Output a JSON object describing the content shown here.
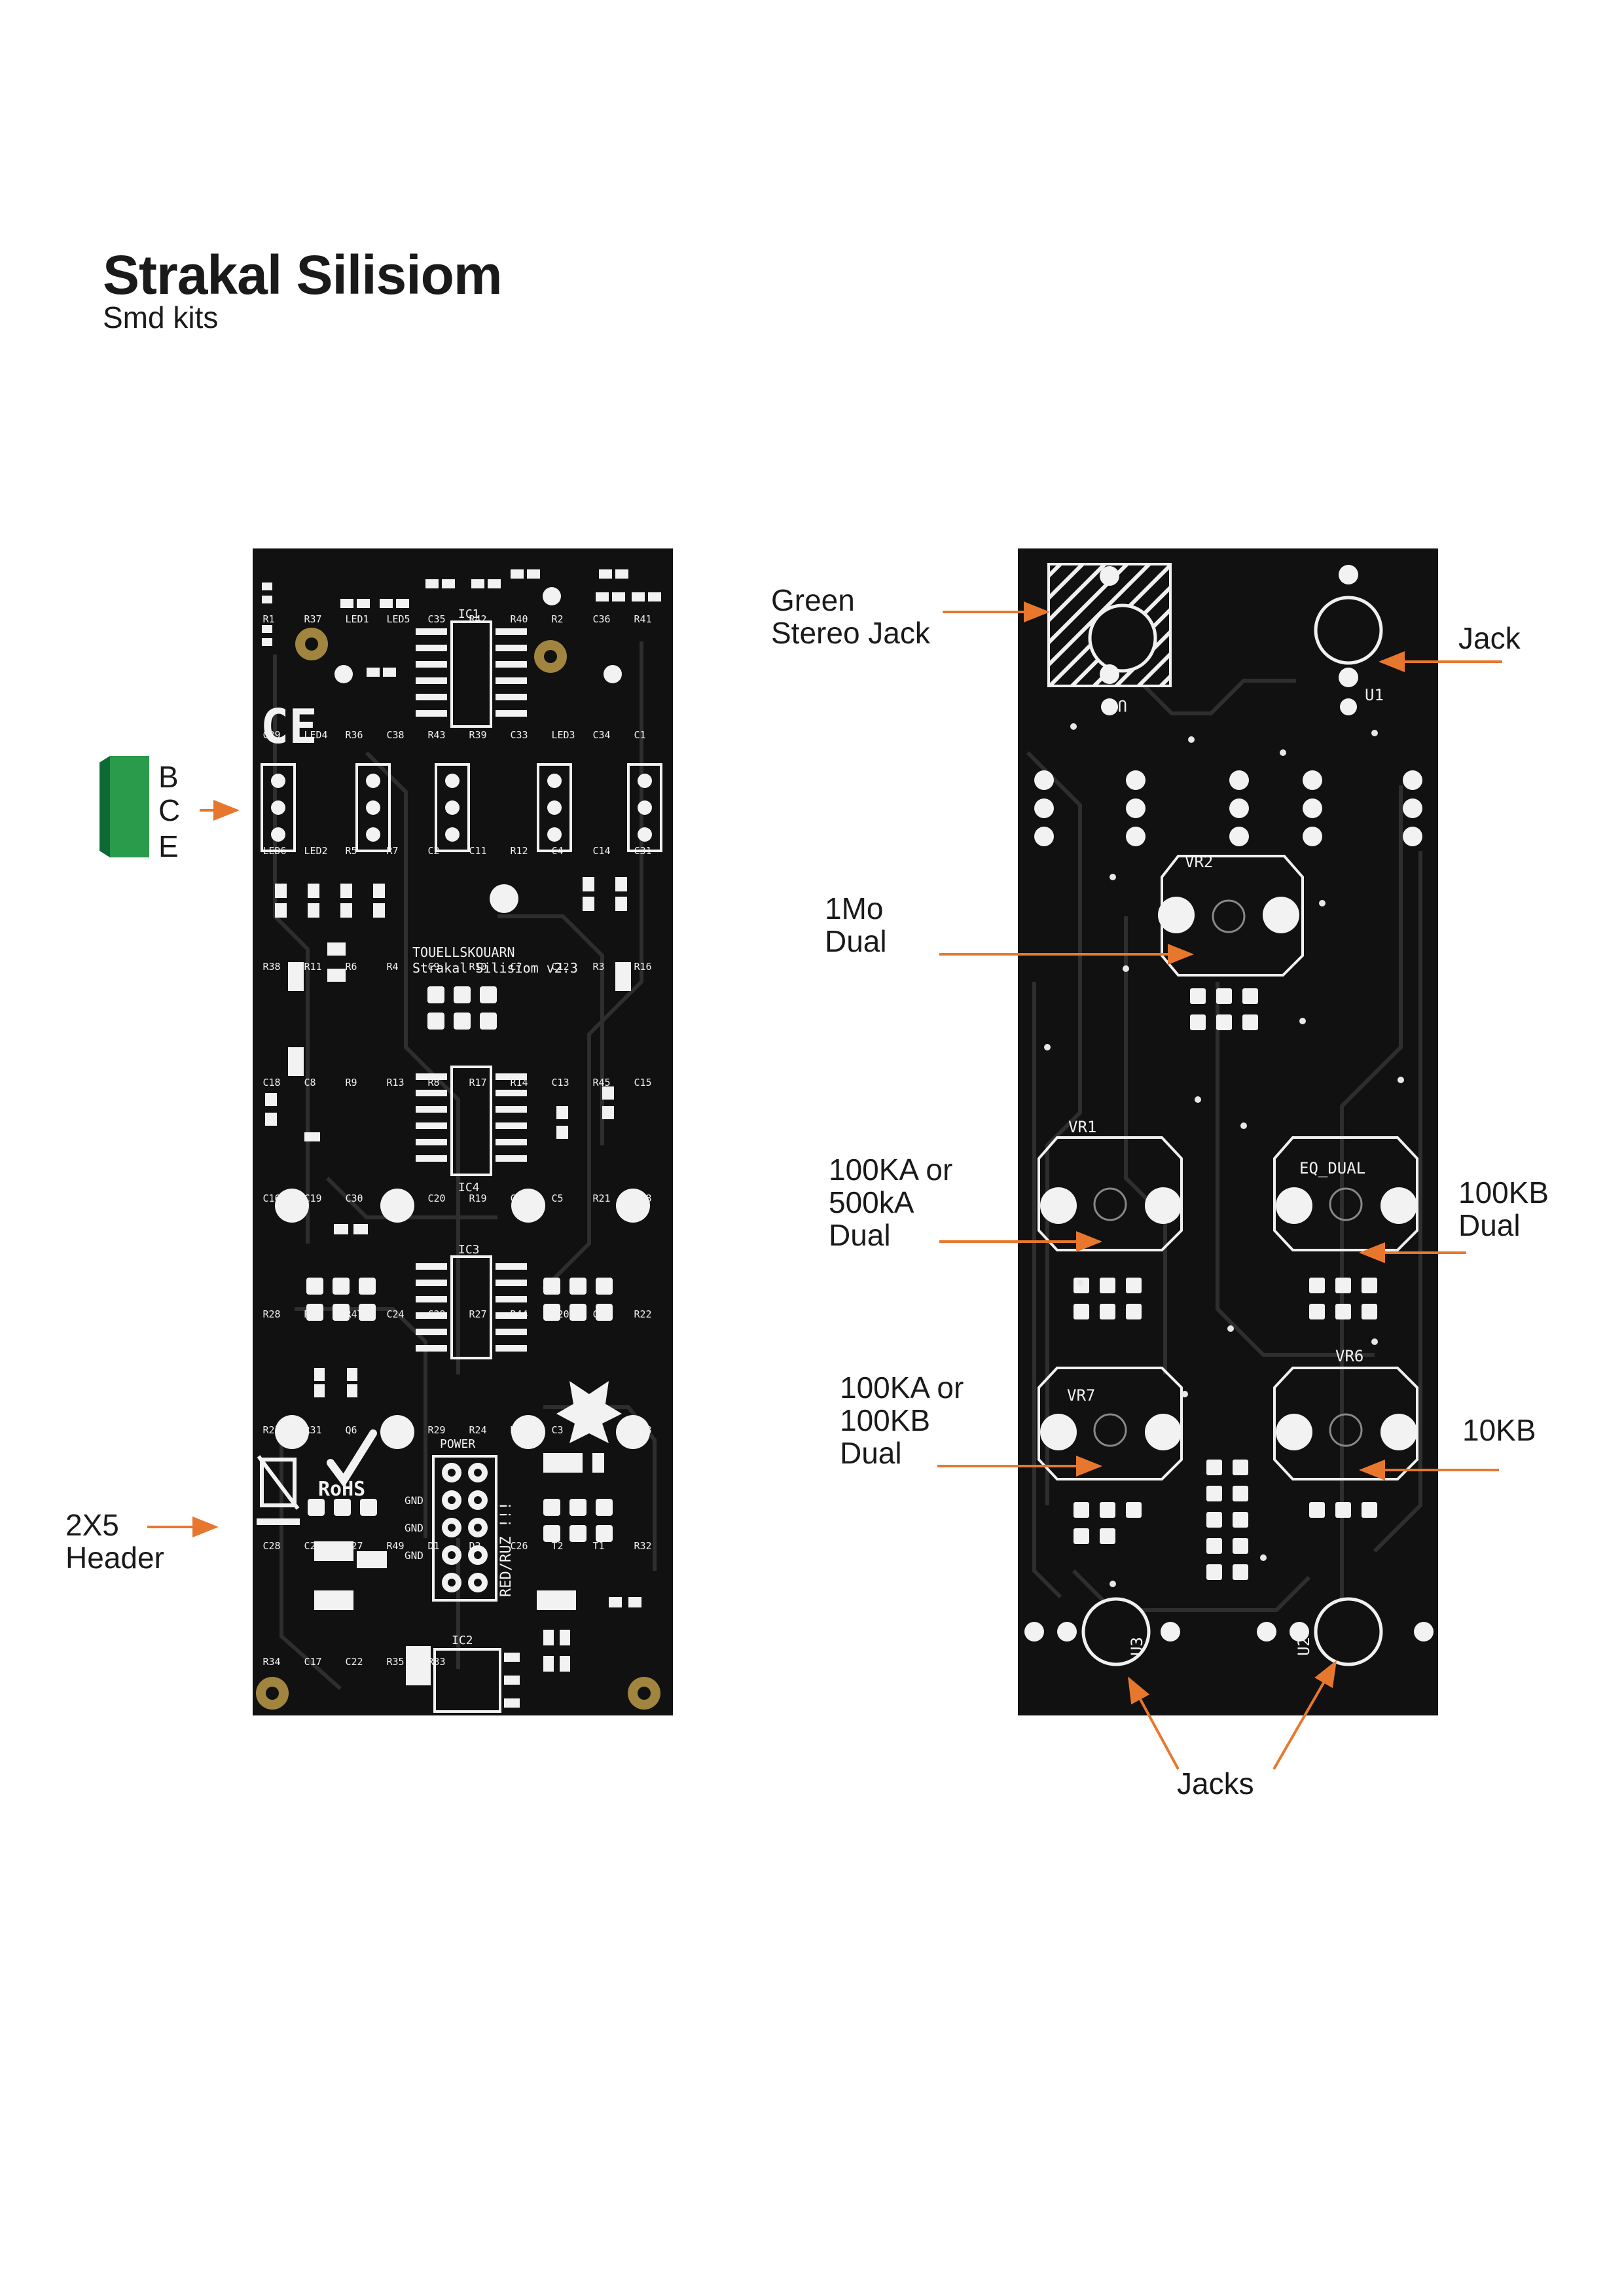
{
  "header": {
    "title": "Strakal Silisiom",
    "subtitle": "Smd kits"
  },
  "transistor_pins": [
    "B",
    "C",
    "E"
  ],
  "annotations": {
    "green_stereo_jack": "Green\nStereo Jack",
    "jack": "Jack",
    "pot_1mo": "1Mo\nDual",
    "pot_100ka_500ka": "100KA or\n500kA\nDual",
    "pot_100kb": "100KB\nDual",
    "pot_100ka_100kb": "100KA or\n100KB\nDual",
    "pot_10kb": "10KB",
    "header_2x5": "2X5\nHeader",
    "jacks": "Jacks"
  },
  "pcb_front": {
    "board_name": "TOUELLSKOUARN",
    "board_version": "Strakal Silisiom v2.3",
    "rohs": "RoHS",
    "ce": "CE",
    "power_label": "POWER",
    "power_warning": "RED/RUZ !!!",
    "gnd": "GND",
    "ic_labels": [
      "IC1",
      "IC4",
      "IC3",
      "IC2"
    ],
    "component_labels": [
      "R1",
      "R37",
      "LED1",
      "LED5",
      "C35",
      "R42",
      "R40",
      "R2",
      "C36",
      "R41",
      "C39",
      "LED4",
      "R36",
      "C38",
      "R43",
      "R39",
      "C33",
      "LED3",
      "C34",
      "C1",
      "LED6",
      "LED2",
      "R5",
      "R7",
      "C2",
      "C11",
      "R12",
      "C4",
      "C14",
      "C31",
      "R38",
      "R11",
      "R6",
      "R4",
      "C9",
      "R10",
      "C7",
      "C12",
      "R3",
      "R16",
      "C18",
      "C8",
      "R9",
      "R13",
      "R8",
      "R17",
      "R14",
      "C13",
      "R45",
      "C15",
      "C16",
      "C19",
      "C30",
      "R15",
      "C20",
      "R19",
      "C10",
      "C5",
      "R21",
      "R18",
      "R28",
      "R26",
      "R47",
      "C24",
      "C29",
      "R27",
      "R44",
      "R20",
      "C21",
      "R22",
      "R25",
      "R31",
      "Q6",
      "R30",
      "R29",
      "R24",
      "R23",
      "C3",
      "C6",
      "R48",
      "C28",
      "C25",
      "C27",
      "R49",
      "D1",
      "D2",
      "C26",
      "T2",
      "T1",
      "R32",
      "R34",
      "C17",
      "C22",
      "R35",
      "R33"
    ]
  },
  "pcb_back": {
    "component_labels": [
      "U4",
      "U1",
      "VR2",
      "VR1",
      "EQ_DUAL",
      "VR7",
      "VR6",
      "U3",
      "U2"
    ]
  }
}
